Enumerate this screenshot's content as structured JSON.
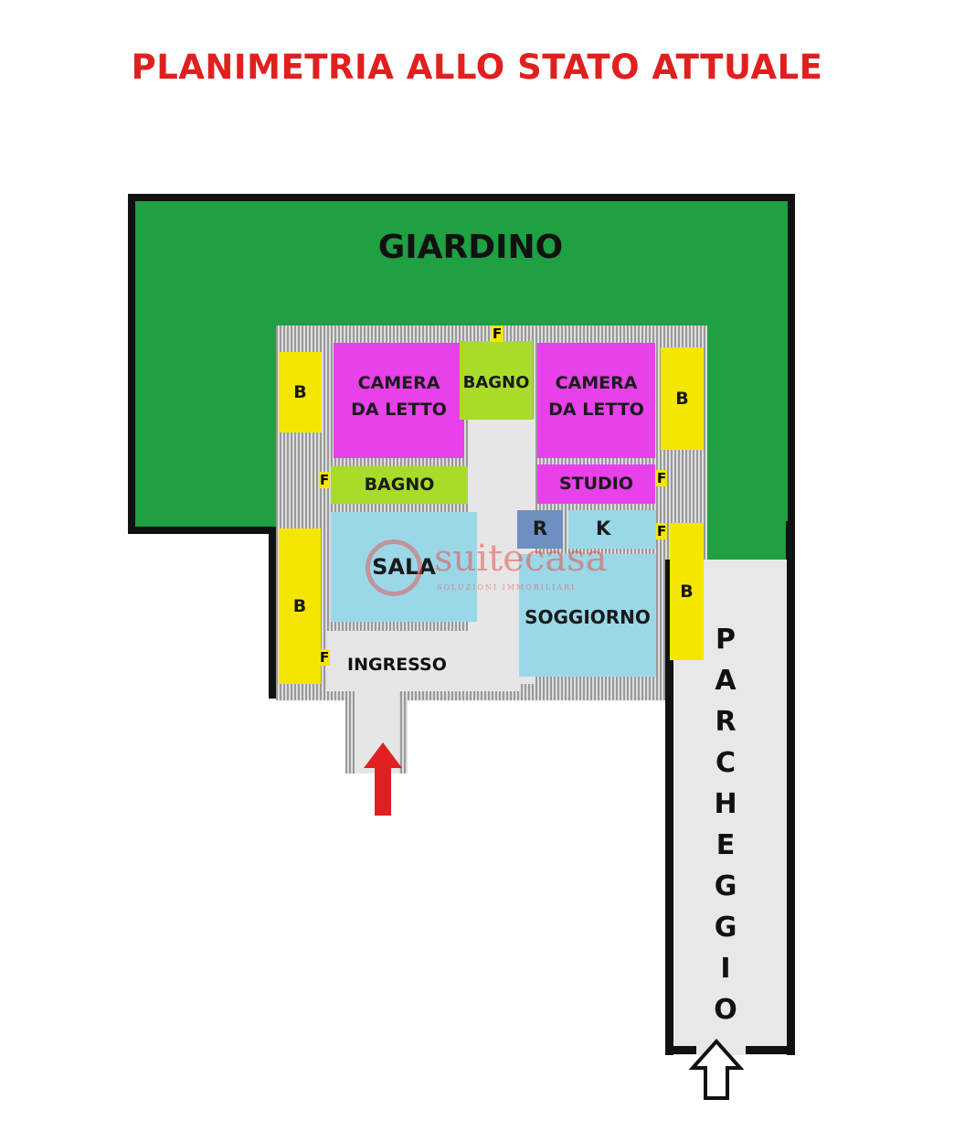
{
  "title": "PLANIMETRIA ALLO STATO ATTUALE",
  "garden": "GIARDINO",
  "rooms": {
    "camera_left": [
      "CAMERA",
      "DA LETTO"
    ],
    "bagno_top": "BAGNO",
    "camera_right": [
      "CAMERA",
      "DA LETTO"
    ],
    "bagno": "BAGNO",
    "studio": "STUDIO",
    "sala": "SALA",
    "r": "R",
    "k": "K",
    "soggiorno": "SOGGIORNO",
    "ingresso": "INGRESSO",
    "balcony": "B",
    "window": "F"
  },
  "parking": [
    "P",
    "A",
    "R",
    "C",
    "H",
    "E",
    "G",
    "G",
    "I",
    "O"
  ],
  "watermark": {
    "brand": "suitecasa",
    "tagline": "SOLUZIONI IMMOBILIARI"
  },
  "colors": {
    "title": "#e0201f",
    "garden": "#1fa043",
    "bedroom": "#e840ea",
    "bath": "#a8dc28",
    "living": "#9ad8e8",
    "balcony": "#f5e600",
    "r": "#6e8fc0"
  }
}
